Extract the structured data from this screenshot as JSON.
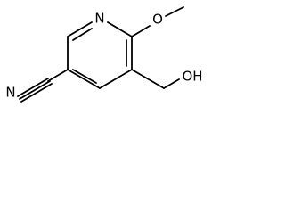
{
  "molecule": {
    "atoms": {
      "ring_n": "N",
      "methoxy_o": "O",
      "hydroxyl": "OH",
      "nitrile_n": "N"
    }
  }
}
